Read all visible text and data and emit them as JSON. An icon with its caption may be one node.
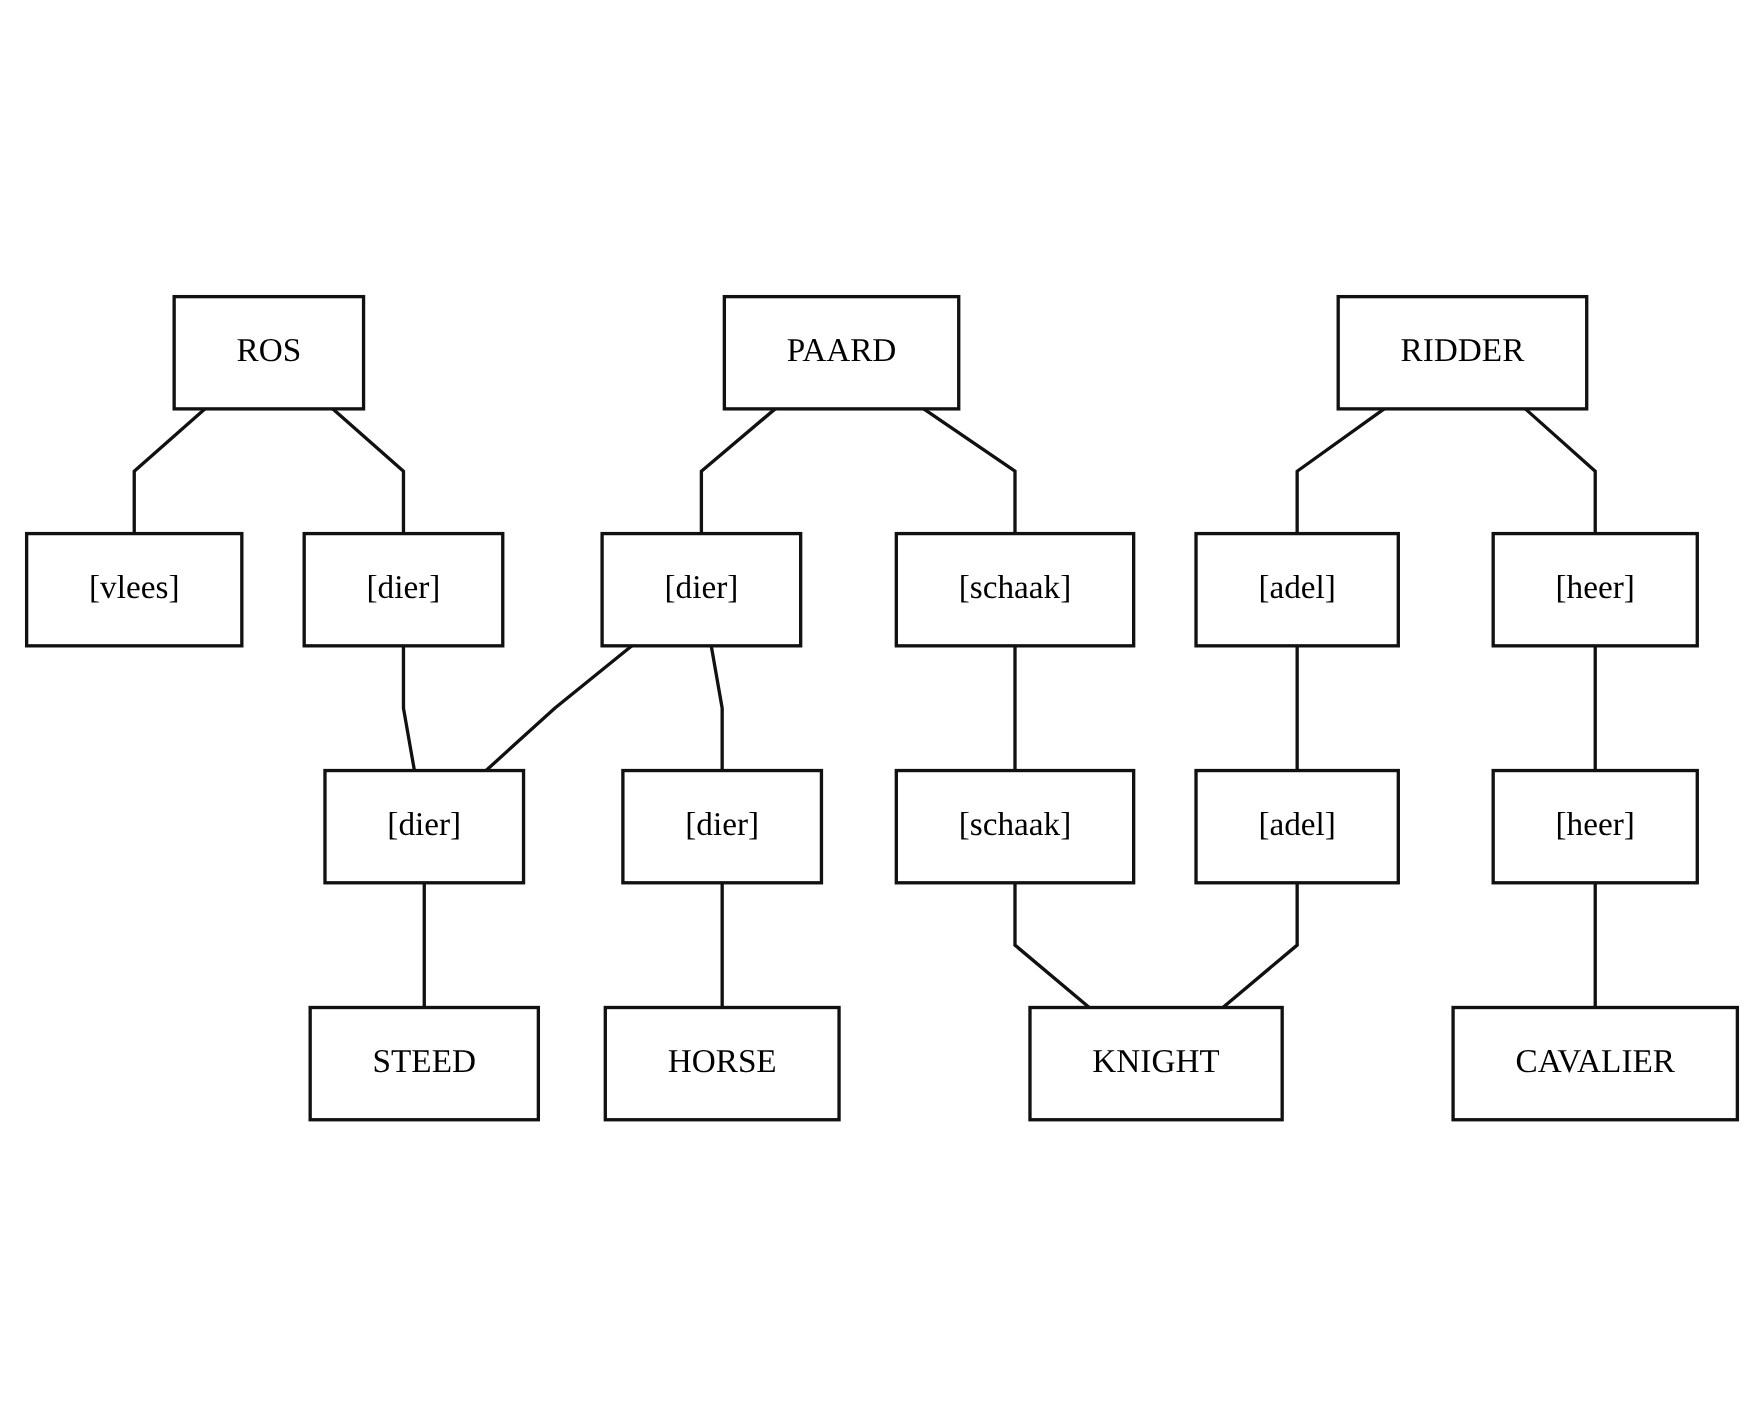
{
  "diagram": {
    "nodes": [
      {
        "text": [
          "ROS"
        ]
      },
      {
        "text": [
          "PAARD"
        ]
      },
      {
        "text": [
          "RIDDER"
        ]
      },
      {
        "text": [
          "[vlees]"
        ]
      },
      {
        "text": [
          "[dier]"
        ]
      },
      {
        "text": [
          "[dier]"
        ]
      },
      {
        "text": [
          "[schaak]"
        ]
      },
      {
        "text": [
          "[adel]"
        ]
      },
      {
        "text": [
          "[heer]"
        ]
      },
      {
        "text": [
          "[dier]"
        ]
      },
      {
        "text": [
          "[dier]"
        ]
      },
      {
        "text": [
          "[schaak]"
        ]
      },
      {
        "text": [
          "[adel]"
        ]
      },
      {
        "text": [
          "[heer]"
        ]
      },
      {
        "text": [
          "STEED"
        ]
      },
      {
        "text": [
          "HORSE"
        ]
      },
      {
        "text": [
          "KNIGHT"
        ]
      },
      {
        "text": [
          "CAVALIER"
        ]
      }
    ],
    "edges": [
      {
        "from": 0,
        "to": 3,
        "arrow": "none"
      },
      {
        "from": 0,
        "to": 4,
        "arrow": "none"
      },
      {
        "from": 1,
        "to": 5,
        "arrow": "none"
      },
      {
        "from": 1,
        "to": 6,
        "arrow": "none"
      },
      {
        "from": 2,
        "to": 7,
        "arrow": "none"
      },
      {
        "from": 2,
        "to": 8,
        "arrow": "none"
      },
      {
        "from": 4,
        "to": 9,
        "arrow": "none"
      },
      {
        "from": 5,
        "to": 9,
        "arrow": "none"
      },
      {
        "from": 5,
        "to": 10,
        "arrow": "none"
      },
      {
        "from": 6,
        "to": 11,
        "arrow": "none"
      },
      {
        "from": 7,
        "to": 12,
        "arrow": "none"
      },
      {
        "from": 8,
        "to": 13,
        "arrow": "none"
      },
      {
        "from": 9,
        "to": 14,
        "arrow": "none"
      },
      {
        "from": 10,
        "to": 15,
        "arrow": "none"
      },
      {
        "from": 11,
        "to": 16,
        "arrow": "none"
      },
      {
        "from": 12,
        "to": 16,
        "arrow": "none"
      },
      {
        "from": 13,
        "to": 17,
        "arrow": "none"
      }
    ]
  }
}
